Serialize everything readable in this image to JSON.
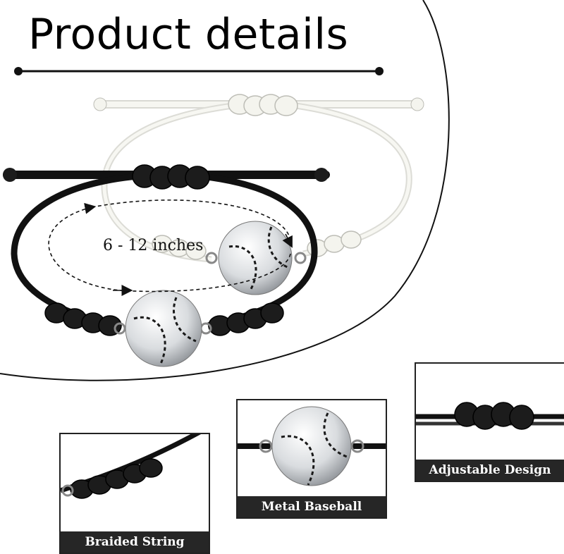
{
  "header": {
    "title": "Product details"
  },
  "main": {
    "size_label": "6 - 12 inches"
  },
  "details": [
    {
      "label": "Braided String"
    },
    {
      "label": "Metal Baseball"
    },
    {
      "label": "Adjustable Design"
    }
  ],
  "colors": {
    "cord_black": "#1a1a1a",
    "cord_white": "#f3f3ee",
    "caption_bg": "#262626",
    "charm": "#c9ccd0"
  }
}
